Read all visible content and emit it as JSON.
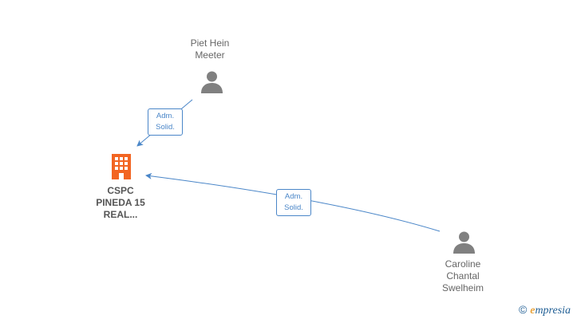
{
  "nodes": {
    "person_top": {
      "name_line1": "Piet Hein",
      "name_line2": "Meeter"
    },
    "person_right": {
      "name_line1": "Caroline",
      "name_line2": "Chantal",
      "name_line3": "Swelheim"
    },
    "company": {
      "name_line1": "CSPC",
      "name_line2": "PINEDA 15",
      "name_line3": "REAL..."
    }
  },
  "edges": [
    {
      "from": "person_top",
      "to": "company",
      "label_line1": "Adm.",
      "label_line2": "Solid."
    },
    {
      "from": "person_right",
      "to": "company",
      "label_line1": "Adm.",
      "label_line2": "Solid."
    }
  ],
  "colors": {
    "edge": "#4a86c8",
    "person_icon": "#808080",
    "company_icon": "#f26522"
  },
  "watermark": {
    "copyright_symbol": "©",
    "brand_first": "e",
    "brand_rest": "mpresia"
  }
}
